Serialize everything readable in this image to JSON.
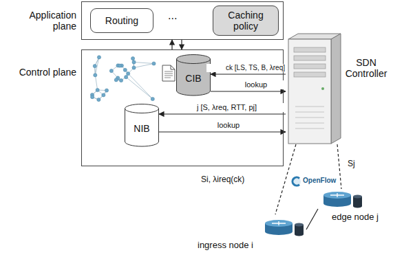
{
  "diagram": {
    "nodes": [
      {
        "text": [
          "Application plane"
        ]
      },
      {
        "text": [
          "Routing"
        ],
        "in": 0
      },
      {
        "text": [
          "Caching policy"
        ],
        "in": 0
      },
      {
        "text": [
          "Control plane"
        ]
      },
      {
        "text": [
          "CIB"
        ],
        "in": 3
      },
      {
        "text": [
          "NIB"
        ],
        "in": 3
      },
      {
        "text": [
          "SDN Controller"
        ]
      },
      {
        "text": [
          "ingress node i"
        ]
      },
      {
        "text": [
          "edge node j"
        ]
      }
    ],
    "edges": [
      {
        "from": 3,
        "to": 0,
        "arrow": "to"
      },
      {
        "from": 0,
        "to": 3,
        "arrow": "to"
      },
      {
        "from": 6,
        "to": 4,
        "label": "ck [LS, TS, B, λreq]",
        "arrow": "to"
      },
      {
        "from": 4,
        "to": 6,
        "label": "lookup",
        "arrow": "to"
      },
      {
        "from": 6,
        "to": 5,
        "label": "j [S, λreq, RTT, pj]",
        "arrow": "to"
      },
      {
        "from": 5,
        "to": 6,
        "label": "lookup",
        "arrow": "to"
      },
      {
        "from": 6,
        "to": 7,
        "label": "Si, λireq(ck)",
        "arrow": "none"
      },
      {
        "from": 6,
        "to": 8,
        "label": "Sj",
        "arrow": "none"
      },
      {
        "from": 7,
        "to": 8,
        "arrow": "none"
      }
    ],
    "labels": [
      "...",
      "OpenFlow"
    ]
  }
}
